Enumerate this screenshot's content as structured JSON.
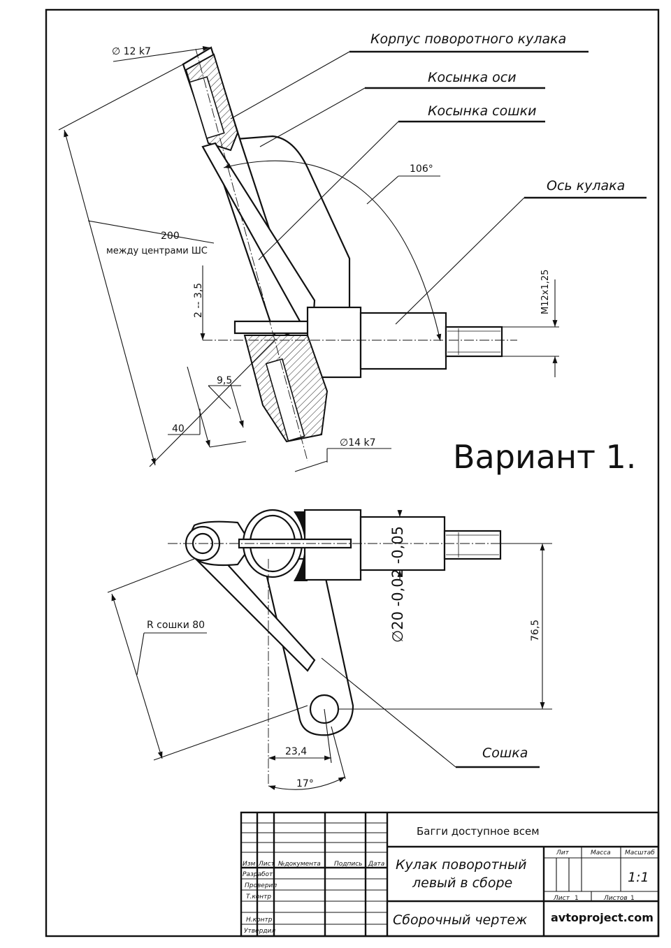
{
  "labels": {
    "body": "Корпус поворотного кулака",
    "axle_gusset": "Косынка оси",
    "arm_gusset": "Косынка сошки",
    "knuckle_axle": "Ось кулака",
    "arm": "Сошка"
  },
  "variant": "Вариант 1.",
  "dims": {
    "d12": "∅ 12 k7",
    "d14": "∅14 k7",
    "len200": "200",
    "len200_note": "между центрами ШС",
    "offset": "2 -- 3,5",
    "d95": "9,5",
    "d40": "40",
    "angle106": "106°",
    "thread": "M12x1,25",
    "d20": "∅20 -0,02 -0,05",
    "d765": "76,5",
    "radius": "R сошки 80",
    "d234": "23,4",
    "angle17": "17°"
  },
  "title_block": {
    "project": "Багги доступное всем",
    "name_line1": "Кулак поворотный",
    "name_line2": "левый в сборе",
    "doc_type": "Сборочный чертеж",
    "site": "avtoproject.com",
    "col_headers": [
      "Изм",
      "Лист",
      "№документа",
      "Подпись",
      "Дата"
    ],
    "rows": [
      "Разработ.",
      "Проверил",
      "Т.контр",
      "Н.контр",
      "Утвердил"
    ],
    "lit": "Лит",
    "mass": "Масса",
    "scale_label": "Масштаб",
    "scale": "1:1",
    "sheet_label": "Лист",
    "sheet": "1",
    "sheets_label": "Листов",
    "sheets": "1"
  }
}
